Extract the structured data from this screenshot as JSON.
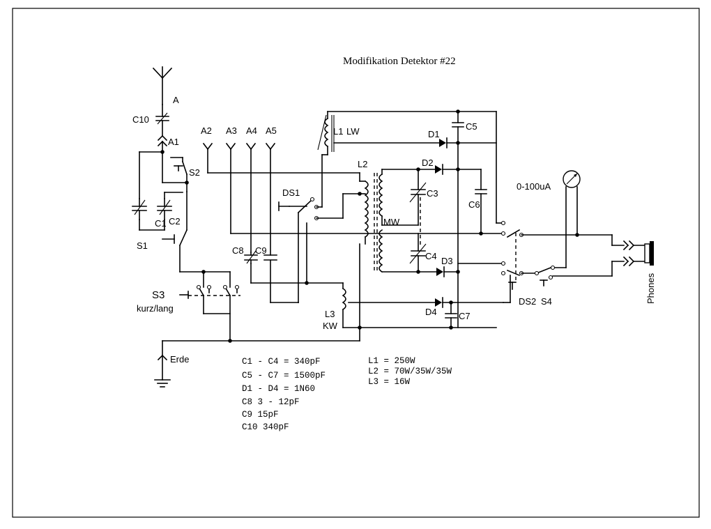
{
  "title": "Modifikation Detektor  #22",
  "labels": {
    "antenna": "A",
    "c10": "C10",
    "a1": "A1",
    "a2": "A2",
    "a3": "A3",
    "a4": "A4",
    "a5": "A5",
    "s2": "S2",
    "c1": "C1",
    "c2": "C2",
    "s1": "S1",
    "s3": "S3",
    "kurz_lang": "kurz/lang",
    "erde": "Erde",
    "c8": "C8",
    "c9": "C9",
    "ds1": "DS1",
    "l1": "L1",
    "lw": "LW",
    "l2": "L2",
    "mw": "MW",
    "l3": "L3",
    "kw": "KW",
    "c3": "C3",
    "c4": "C4",
    "c5": "C5",
    "c6": "C6",
    "c7": "C7",
    "d1": "D1",
    "d2": "D2",
    "d3": "D3",
    "d4": "D4",
    "meter": "0-100uA",
    "ds2": "DS2",
    "s4": "S4",
    "phones": "Phones"
  },
  "parts_list": [
    "C1  -  C4  =  340pF",
    "C5  -  C7  =  1500pF",
    "D1  -  D4  =  1N60",
    "C8    3 - 12pF",
    "C9    15pF",
    "C10   340pF"
  ],
  "coil_list": [
    "L1  =  250W",
    "L2  =  70W/35W/35W",
    "L3  =  16W"
  ]
}
